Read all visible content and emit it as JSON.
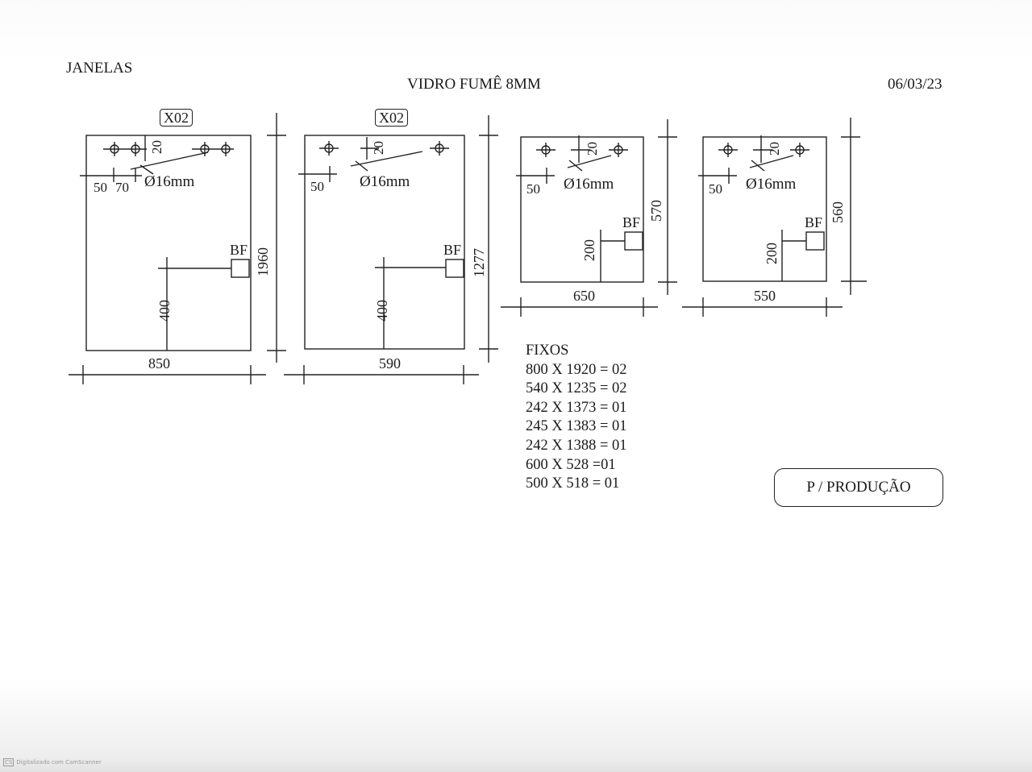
{
  "header": {
    "left_title": "JANELAS",
    "center_title": "VIDRO FUMÊ 8MM",
    "date": "06/03/23"
  },
  "panels": [
    {
      "tag": "X02",
      "hole_offset_v": "20",
      "hole_offset_h1": "50",
      "hole_offset_h2": "70",
      "hole_diameter": "Ø16mm",
      "lock_label": "BF",
      "lock_height": "400",
      "height": "1960",
      "width": "850"
    },
    {
      "tag": "X02",
      "hole_offset_v": "20",
      "hole_offset_h1": "50",
      "hole_diameter": "Ø16mm",
      "lock_label": "BF",
      "lock_height": "400",
      "height": "1277",
      "width": "590"
    },
    {
      "hole_offset_v": "20",
      "hole_offset_h1": "50",
      "hole_diameter": "Ø16mm",
      "lock_label": "BF",
      "lock_height": "200",
      "height": "570",
      "width": "650"
    },
    {
      "hole_offset_v": "20",
      "hole_offset_h1": "50",
      "hole_diameter": "Ø16mm",
      "lock_label": "BF",
      "lock_height": "200",
      "height": "560",
      "width": "550"
    }
  ],
  "fixed_list": {
    "title": "FIXOS",
    "items": [
      "800 X 1920 = 02",
      "540 X 1235 = 02",
      "242 X 1373 = 01",
      "245 X 1383 = 01",
      "242 X 1388 = 01",
      "600 X 528 =01",
      "500 X 518 = 01"
    ]
  },
  "stamp": "P / PRODUÇÃO",
  "scanner": {
    "logo": "CS",
    "text": "Digitalizado com CamScanner"
  }
}
